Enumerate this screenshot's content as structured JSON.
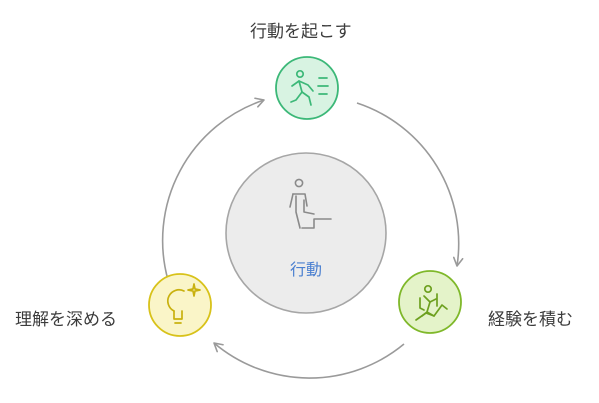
{
  "center": {
    "label": "行動",
    "icon": "climbing-stairs-icon"
  },
  "nodes": [
    {
      "id": "take-action",
      "label": "行動を起こす",
      "icon": "running-person-icon",
      "color": "#3cb878",
      "fill": "#d8f3e2"
    },
    {
      "id": "gain-experience",
      "label": "経験を積む",
      "icon": "hiker-climbing-icon",
      "color": "#7fb82a",
      "fill": "#e4f3c9"
    },
    {
      "id": "deepen-understanding",
      "label": "理解を深める",
      "icon": "lightbulb-sparkle-icon",
      "color": "#d8c21a",
      "fill": "#faf5c8"
    }
  ],
  "cycle_direction": "clockwise"
}
